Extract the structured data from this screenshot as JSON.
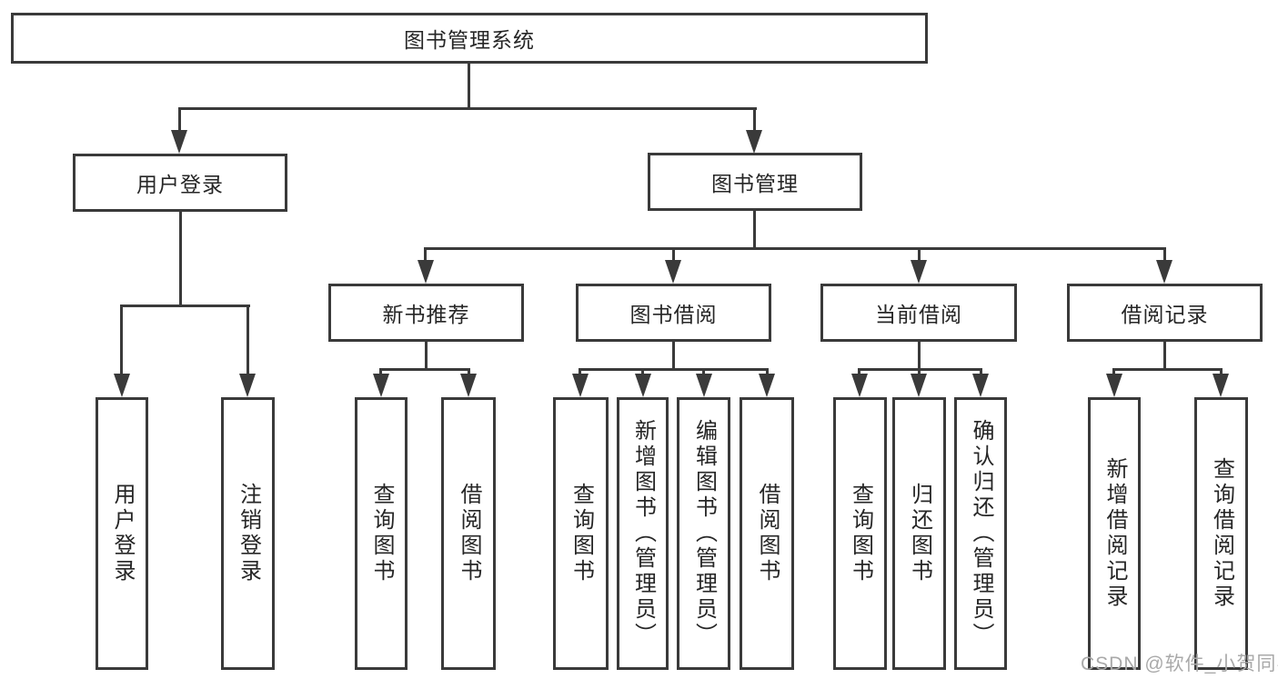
{
  "diagram": {
    "title_node": {
      "label": "图书管理系统"
    },
    "level2": [
      {
        "label": "用户登录"
      },
      {
        "label": "图书管理"
      }
    ],
    "level3": [
      {
        "label": "新书推荐"
      },
      {
        "label": "图书借阅"
      },
      {
        "label": "当前借阅"
      },
      {
        "label": "借阅记录"
      }
    ],
    "leaves": [
      {
        "parent": "用户登录",
        "label": "用户登录"
      },
      {
        "parent": "用户登录",
        "label": "注销登录"
      },
      {
        "parent": "新书推荐",
        "label": "查询图书"
      },
      {
        "parent": "新书推荐",
        "label": "借阅图书"
      },
      {
        "parent": "图书借阅",
        "label": "查询图书"
      },
      {
        "parent": "图书借阅",
        "label": "新增图书（管理员）"
      },
      {
        "parent": "图书借阅",
        "label": "编辑图书（管理员）"
      },
      {
        "parent": "图书借阅",
        "label": "借阅图书"
      },
      {
        "parent": "当前借阅",
        "label": "查询图书"
      },
      {
        "parent": "当前借阅",
        "label": "归还图书"
      },
      {
        "parent": "当前借阅",
        "label": "确认归还（管理员）"
      },
      {
        "parent": "借阅记录",
        "label": "新增借阅记录"
      },
      {
        "parent": "借阅记录",
        "label": "查询借阅记录"
      }
    ]
  },
  "watermark": "CSDN @软件_小贺同学",
  "colors": {
    "line": "#3a3a3a",
    "text": "#262626",
    "watermark": "#a9a9a9",
    "background": "#ffffff"
  }
}
